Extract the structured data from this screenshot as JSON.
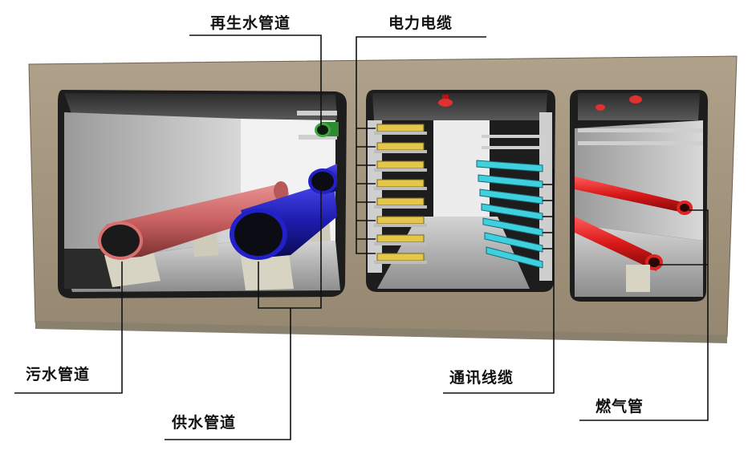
{
  "labels": {
    "recycled_water": "再生水管道",
    "power_cable": "电力电缆",
    "sewage": "污水管道",
    "water_supply": "供水管道",
    "telecom_cable": "通讯线缆",
    "gas": "燃气管"
  },
  "colors": {
    "concrete": "#a89a82",
    "concrete_dark": "#7d705c",
    "sewage_pipe": "#d9706f",
    "water_pipe": "#2220c8",
    "recycled_pipe": "#2e8a2e",
    "cable_yellow": "#e3c74a",
    "cable_cyan": "#3fd0e0",
    "gas_pipe": "#e02222"
  },
  "icons": [
    "fire-sprinkler-icon"
  ]
}
